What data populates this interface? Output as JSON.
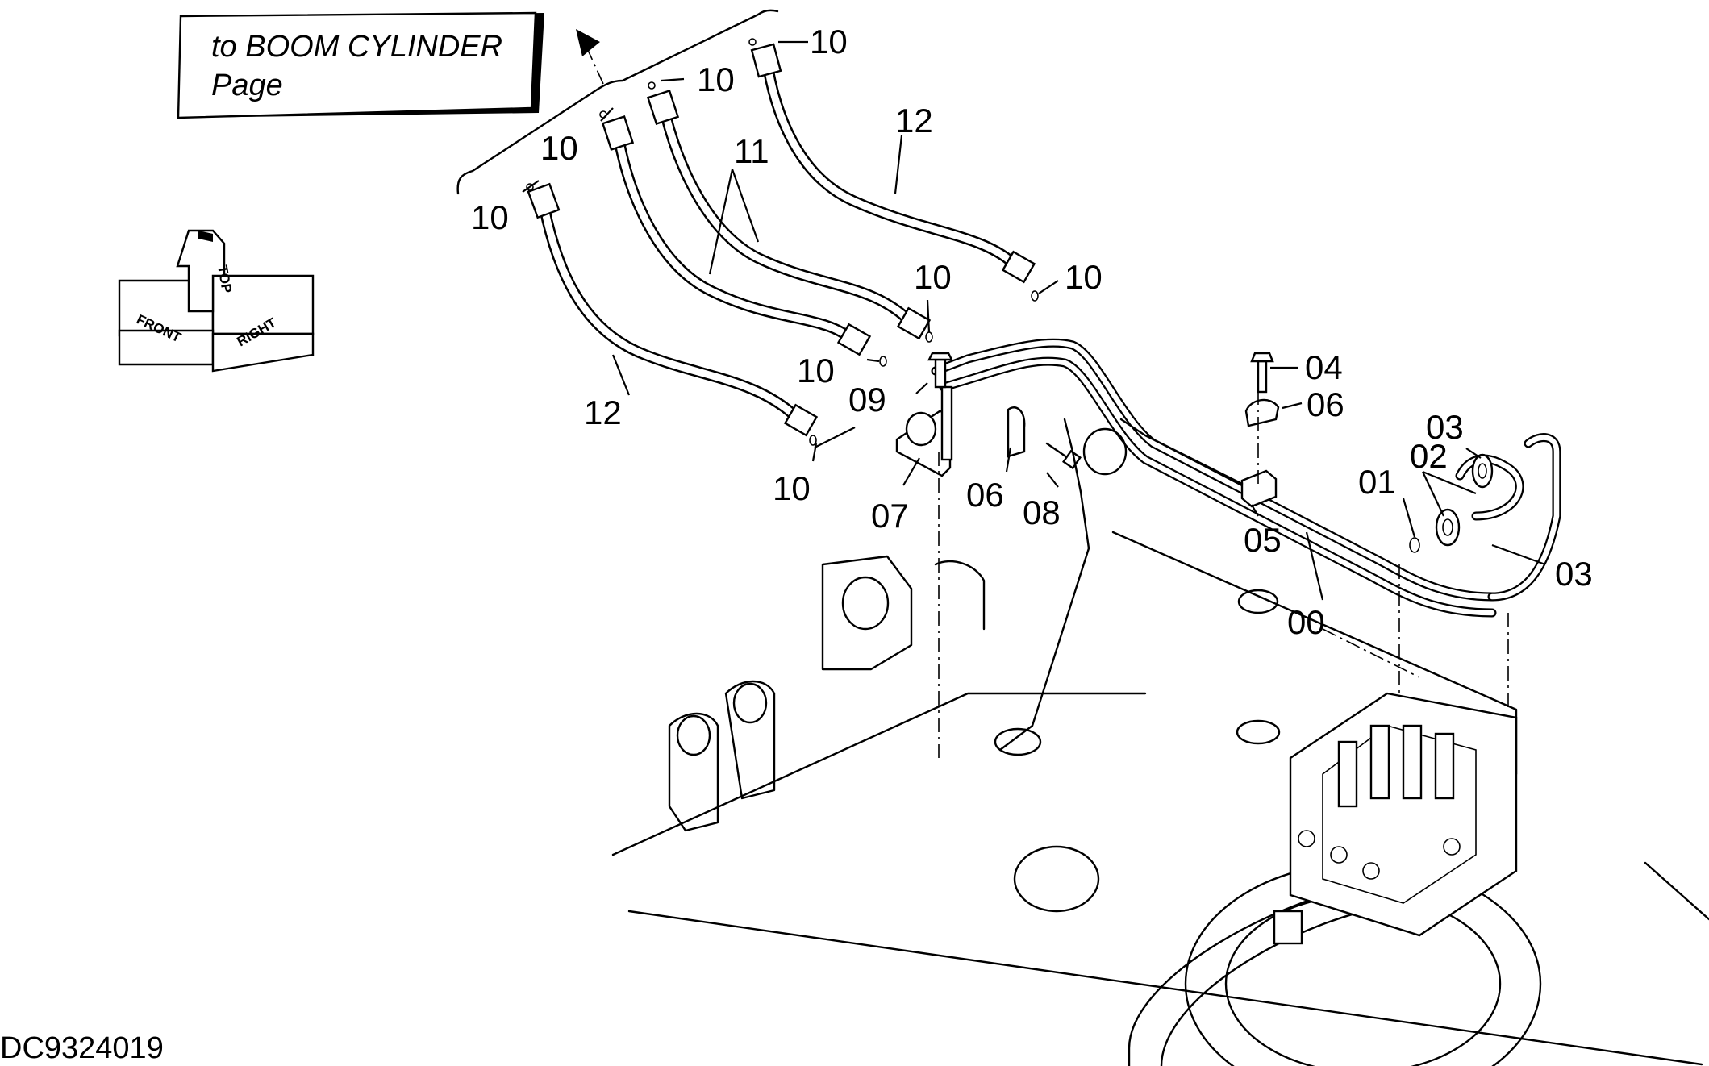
{
  "reference_box": {
    "line1": "to BOOM CYLINDER",
    "line2": "Page"
  },
  "orientation_indicator": {
    "top_label": "TOP",
    "front_label": "FRONT",
    "right_label": "RIGHT"
  },
  "document_id": "DC9324019",
  "callouts": [
    {
      "id": "c10a",
      "label": "10"
    },
    {
      "id": "c10b",
      "label": "10"
    },
    {
      "id": "c10c",
      "label": "10"
    },
    {
      "id": "c10d",
      "label": "10"
    },
    {
      "id": "c10e",
      "label": "10"
    },
    {
      "id": "c10f",
      "label": "10"
    },
    {
      "id": "c10g",
      "label": "10"
    },
    {
      "id": "c10h",
      "label": "10"
    },
    {
      "id": "c11",
      "label": "11"
    },
    {
      "id": "c12a",
      "label": "12"
    },
    {
      "id": "c12b",
      "label": "12"
    },
    {
      "id": "c09",
      "label": "09"
    },
    {
      "id": "c07",
      "label": "07"
    },
    {
      "id": "c06a",
      "label": "06"
    },
    {
      "id": "c06b",
      "label": "06"
    },
    {
      "id": "c08",
      "label": "08"
    },
    {
      "id": "c04",
      "label": "04"
    },
    {
      "id": "c05",
      "label": "05"
    },
    {
      "id": "c00",
      "label": "00"
    },
    {
      "id": "c01",
      "label": "01"
    },
    {
      "id": "c02",
      "label": "02"
    },
    {
      "id": "c03a",
      "label": "03"
    },
    {
      "id": "c03b",
      "label": "03"
    }
  ]
}
